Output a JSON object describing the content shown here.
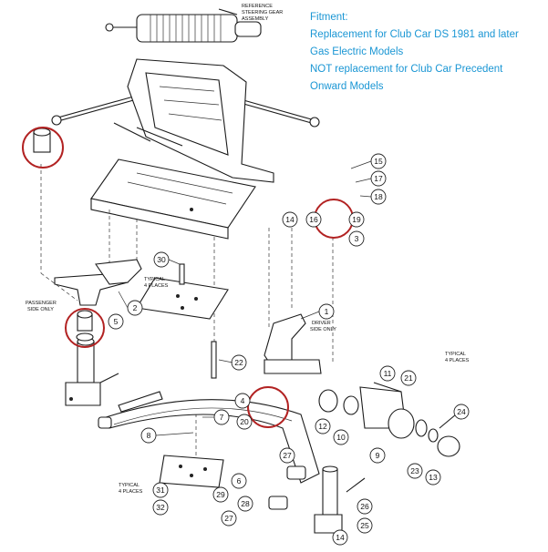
{
  "fitment": {
    "title": "Fitment:",
    "line1": "Replacement for Club Car DS 1981 and later",
    "line2": "Gas Electric Models",
    "line3": "NOT replacement for Club Car Precedent",
    "line4": "Onward Models"
  },
  "notes": {
    "steering_ref_1": "REFERENCE",
    "steering_ref_2": "STEERING GEAR",
    "steering_ref_3": "ASSEMBLY",
    "passenger_1": "PASSENGER",
    "passenger_2": "SIDE ONLY",
    "driver_1": "DRIVER",
    "driver_2": "SIDE ONLY",
    "typical4_a_1": "TYPICAL",
    "typical4_a_2": "4 PLACES",
    "typical4_b_1": "TYPICAL",
    "typical4_b_2": "4 PLACES",
    "typical4_c_1": "TYPICAL",
    "typical4_c_2": "4 PLACES"
  },
  "callouts": [
    "15",
    "17",
    "18",
    "14",
    "16",
    "19",
    "3",
    "30",
    "1",
    "2",
    "5",
    "22",
    "11",
    "21",
    "4",
    "20",
    "24",
    "12",
    "10",
    "9",
    "7",
    "8",
    "27",
    "23",
    "13",
    "31",
    "6",
    "29",
    "26",
    "28",
    "32",
    "27",
    "25",
    "14"
  ],
  "colors": {
    "fitment_text": "#1a96d4",
    "highlight": "#b22222"
  }
}
